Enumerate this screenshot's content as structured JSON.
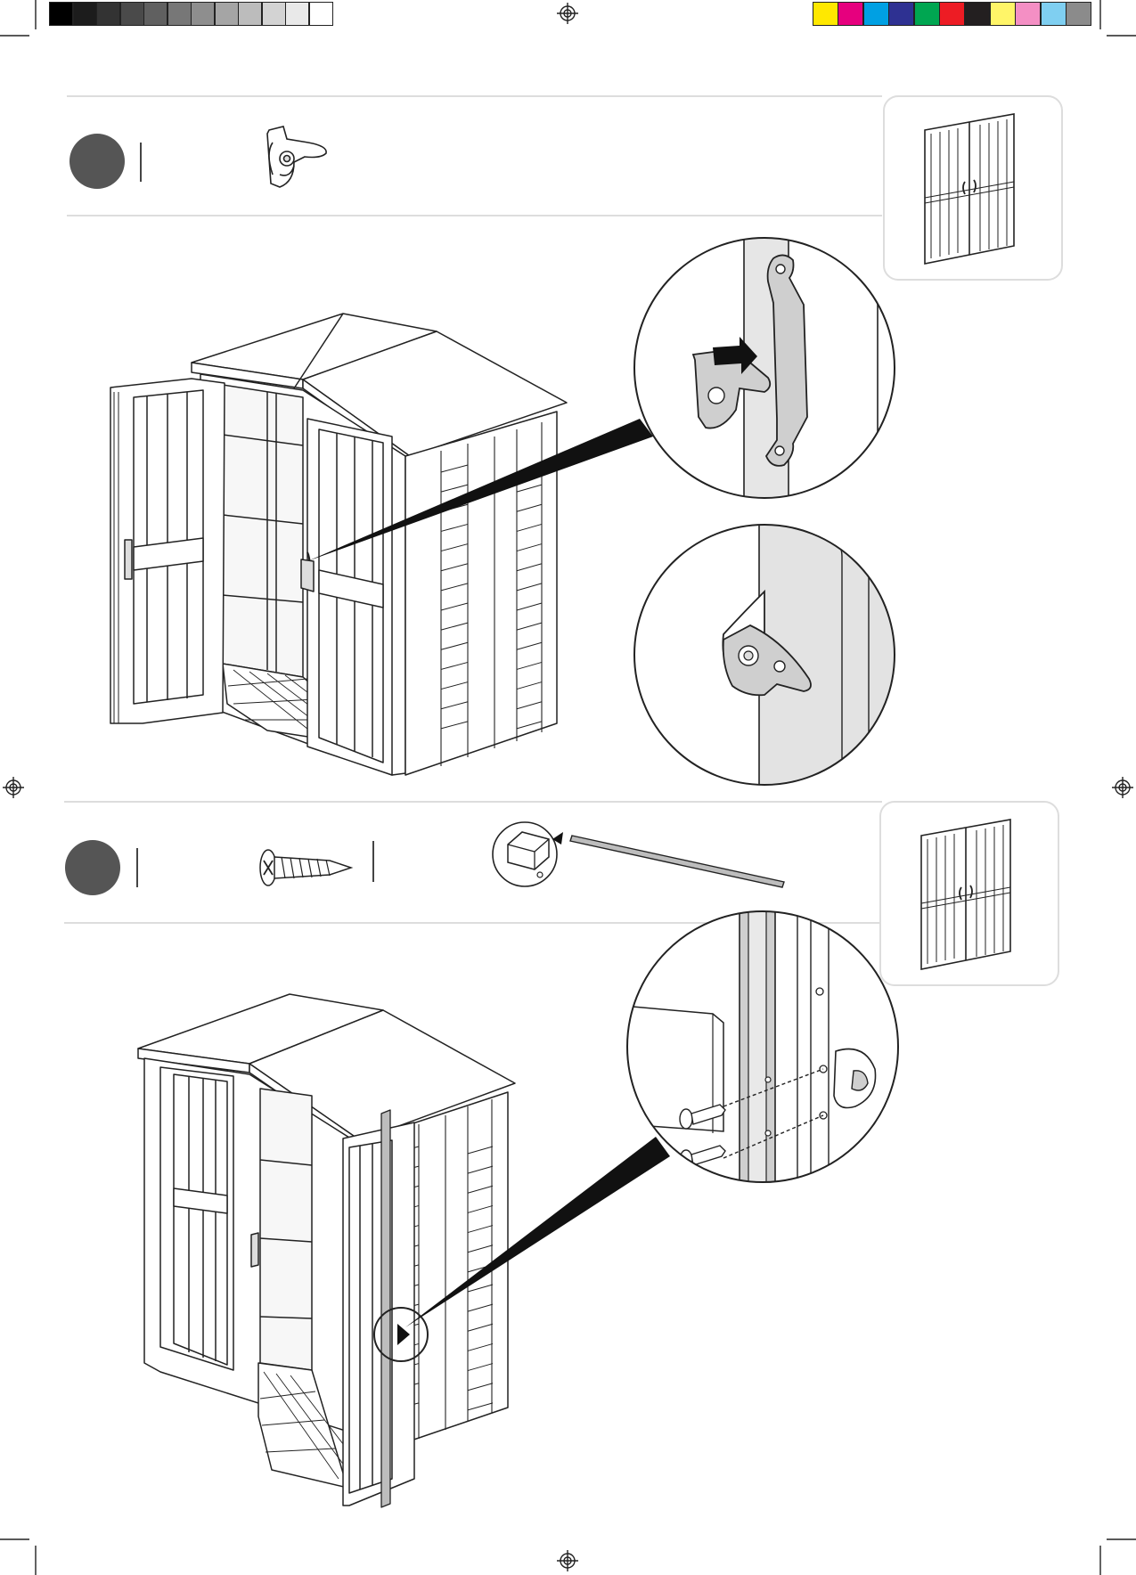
{
  "page": {
    "type": "assembly-instruction-sheet",
    "steps": 2
  },
  "color_bar": {
    "grayscale": [
      "#000000",
      "#1c1c1c",
      "#333333",
      "#4a4a4a",
      "#606060",
      "#777777",
      "#8e8e8e",
      "#a5a5a5",
      "#bcbcbc",
      "#d3d3d3",
      "#e9e9e9",
      "#ffffff"
    ],
    "process": [
      "#ffe800",
      "#e6007e",
      "#00a0e3",
      "#2e3192",
      "#00a651",
      "#ed1c24",
      "#231f20",
      "#fff568",
      "#f48fc4",
      "#7fcff1",
      "#8b8b8b"
    ]
  },
  "colors": {
    "step_badge": "#555555",
    "line": "#222222",
    "rule": "#dddddd",
    "part_fill": "#cfcfcf"
  },
  "step1": {
    "parts": [
      "latch-clip"
    ],
    "thumbnail": "double-door-panel",
    "callouts": [
      "latch-insert-detail",
      "latch-installed-detail"
    ]
  },
  "step2": {
    "parts": [
      "self-drilling-screw",
      "metal-strip"
    ],
    "thumbnail": "double-door-panel",
    "callouts": [
      "strip-screw-detail"
    ]
  }
}
